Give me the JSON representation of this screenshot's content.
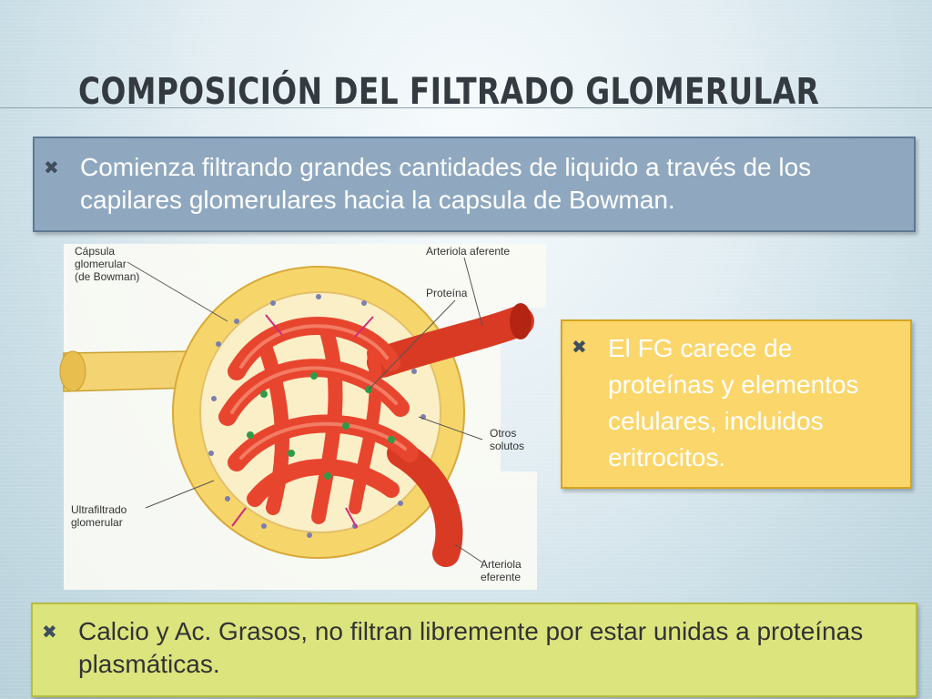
{
  "slide": {
    "title": "COMPOSICIÓN DEL FILTRADO GLOMERULAR",
    "bullet_symbol": "✖",
    "bullets": {
      "top": "Comienza filtrando grandes cantidades de liquido a través de los capilares glomerulares hacia la capsula de Bowman.",
      "right": "El FG carece de proteínas y elementos celulares, incluidos eritrocitos.",
      "bottom": "Calcio y Ac. Grasos, no filtran libremente por estar unidas a proteínas plasmáticas."
    },
    "colors": {
      "blue_box": "#8fa8c0",
      "yellow_box": "#fbd66a",
      "green_box": "#dbe47d",
      "vessel_red": "#e8452e",
      "capsule_yellow": "#f6d66b"
    }
  },
  "figure": {
    "labels": {
      "capsula_1": "Cápsula",
      "capsula_2": "glomerular",
      "capsula_3": "(de Bowman)",
      "arteriola_aferente": "Arteriola aferente",
      "proteina": "Proteína",
      "otros_1": "Otros",
      "otros_2": "solutos",
      "ultra_1": "Ultrafiltrado",
      "ultra_2": "glomerular",
      "eferente_1": "Arteriola",
      "eferente_2": "eferente"
    }
  }
}
